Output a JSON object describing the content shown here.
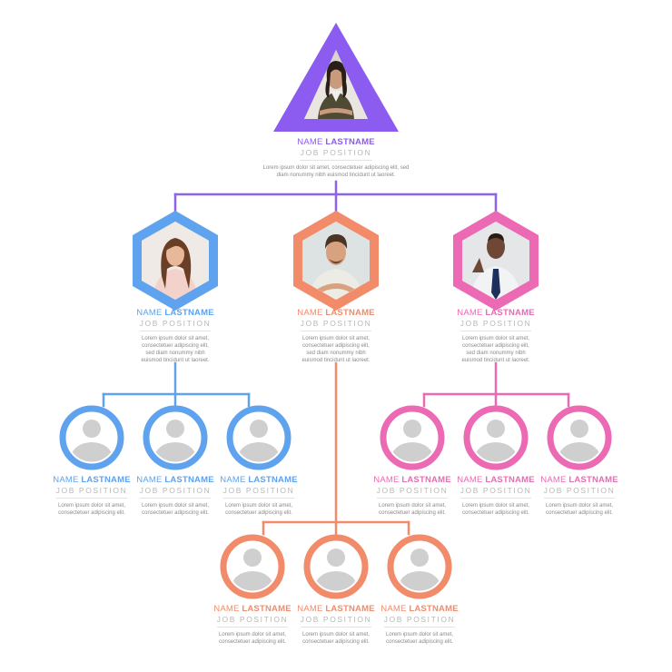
{
  "colors": {
    "purple": "#8c5cf0",
    "blue": "#5fa2ee",
    "orange": "#f28b6a",
    "pink": "#ec69b3",
    "connector_purple": "#8d63ec",
    "avatar_fill": "#cfcfcf"
  },
  "ceo": {
    "first": "NAME",
    "last": "LASTNAME",
    "job": "JOB POSITION",
    "desc": "Lorem ipsum dolor sit amet, consectetuer adipiscing elit, sed diam nonummy nibh euismod tincidunt ut laoreet.",
    "icon": "person-photo-woman"
  },
  "managers": [
    {
      "first": "NAME",
      "last": "LASTNAME",
      "job": "JOB POSITION",
      "desc": "Lorem ipsum dolor sit amet, consectetuer adipiscing elit, sed diam nonummy nibh euismod tincidunt ut laoreet.",
      "color": "blue",
      "icon": "person-photo-woman"
    },
    {
      "first": "NAME",
      "last": "LASTNAME",
      "job": "JOB POSITION",
      "desc": "Lorem ipsum dolor sit amet, consectetuer adipiscing elit, sed diam nonummy nibh euismod tincidunt ut laoreet.",
      "color": "orange",
      "icon": "person-photo-man"
    },
    {
      "first": "NAME",
      "last": "LASTNAME",
      "job": "JOB POSITION",
      "desc": "Lorem ipsum dolor sit amet, consectetuer adipiscing elit, sed diam nonummy nibh euismod tincidunt ut laoreet.",
      "color": "pink",
      "icon": "person-photo-man-tie"
    }
  ],
  "staff": {
    "blue": [
      {
        "first": "NAME",
        "last": "LASTNAME",
        "job": "JOB POSITION",
        "desc": "Lorem ipsum dolor sit amet, consectetuer adipiscing elit."
      },
      {
        "first": "NAME",
        "last": "LASTNAME",
        "job": "JOB POSITION",
        "desc": "Lorem ipsum dolor sit amet, consectetuer adipiscing elit."
      },
      {
        "first": "NAME",
        "last": "LASTNAME",
        "job": "JOB POSITION",
        "desc": "Lorem ipsum dolor sit amet, consectetuer adipiscing elit."
      }
    ],
    "pink": [
      {
        "first": "NAME",
        "last": "LASTNAME",
        "job": "JOB POSITION",
        "desc": "Lorem ipsum dolor sit amet, consectetuer adipiscing elit."
      },
      {
        "first": "NAME",
        "last": "LASTNAME",
        "job": "JOB POSITION",
        "desc": "Lorem ipsum dolor sit amet, consectetuer adipiscing elit."
      },
      {
        "first": "NAME",
        "last": "LASTNAME",
        "job": "JOB POSITION",
        "desc": "Lorem ipsum dolor sit amet, consectetuer adipiscing elit."
      }
    ],
    "orange": [
      {
        "first": "NAME",
        "last": "LASTNAME",
        "job": "JOB POSITION",
        "desc": "Lorem ipsum dolor sit amet, consectetuer adipiscing elit."
      },
      {
        "first": "NAME",
        "last": "LASTNAME",
        "job": "JOB POSITION",
        "desc": "Lorem ipsum dolor sit amet, consectetuer adipiscing elit."
      },
      {
        "first": "NAME",
        "last": "LASTNAME",
        "job": "JOB POSITION",
        "desc": "Lorem ipsum dolor sit amet, consectetuer adipiscing elit."
      }
    ]
  }
}
